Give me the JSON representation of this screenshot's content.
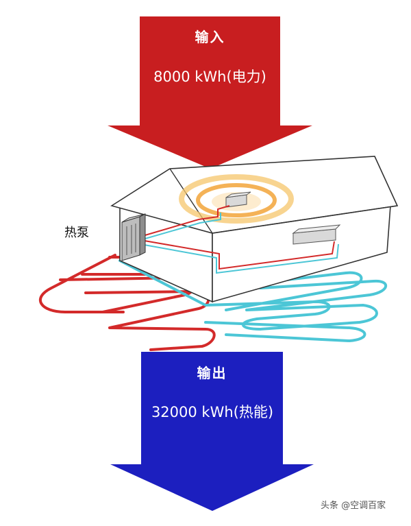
{
  "input": {
    "title": "输入",
    "value": "8000 kWh(电力)",
    "color": "#c81e20"
  },
  "output": {
    "title": "输出",
    "value": "32000 kWh(热能)",
    "color": "#1c1fbf"
  },
  "heat_pump_label": "热泵",
  "watermark": "头条 @空调百家",
  "colors": {
    "hot_loop": "#d32a2a",
    "cold_loop": "#4cc6d6",
    "glow": "#f2a53a",
    "house_line": "#333333"
  }
}
